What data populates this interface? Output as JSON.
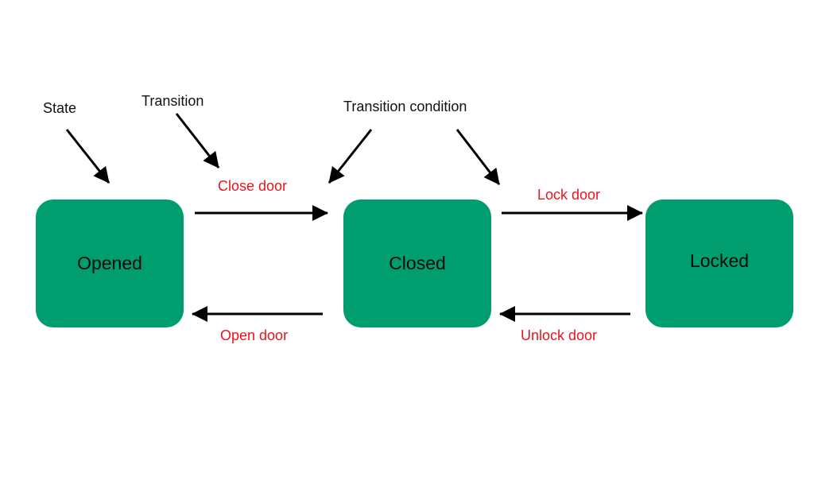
{
  "colors": {
    "state_fill": "#009e6e",
    "condition_text": "#e8141c",
    "annotation_text": "#111111",
    "arrow": "#000000"
  },
  "states": {
    "opened": "Opened",
    "closed": "Closed",
    "locked": "Locked"
  },
  "annotations": {
    "state": "State",
    "transition": "Transition",
    "transition_condition": "Transition condition"
  },
  "conditions": {
    "close_door": "Close door",
    "lock_door": "Lock door",
    "open_door": "Open door",
    "unlock_door": "Unlock door"
  }
}
